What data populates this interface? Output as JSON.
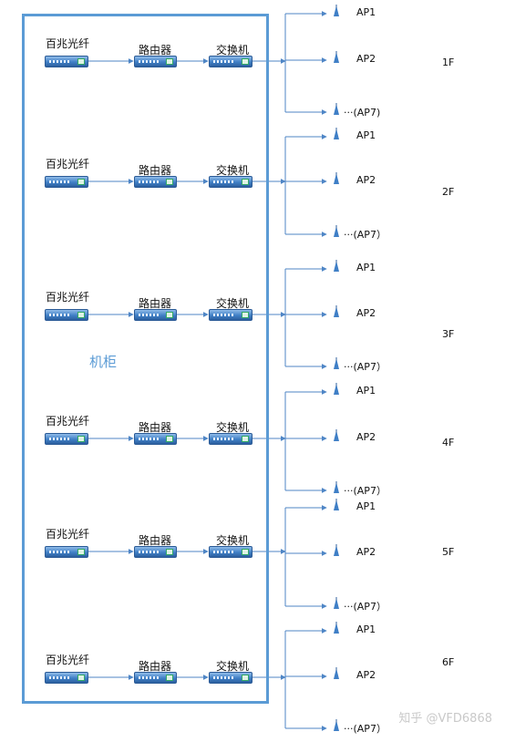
{
  "cabinet_label": "机柜",
  "watermark": "知乎 @VFD6868",
  "floors": [
    {
      "floor": "1F",
      "fiber": "百兆光纤",
      "router": "路由器",
      "switch": "交换机",
      "ap1": "AP1",
      "ap2": "AP2",
      "ap7": "···(AP7)"
    },
    {
      "floor": "2F",
      "fiber": "百兆光纤",
      "router": "路由器",
      "switch": "交换机",
      "ap1": "AP1",
      "ap2": "AP2",
      "ap7": "···(AP7）"
    },
    {
      "floor": "3F",
      "fiber": "百兆光纤",
      "router": "路由器",
      "switch": "交换机",
      "ap1": "AP1",
      "ap2": "AP2",
      "ap7": "···(AP7）"
    },
    {
      "floor": "4F",
      "fiber": "百兆光纤",
      "router": "路由器",
      "switch": "交换机",
      "ap1": "AP1",
      "ap2": "AP2",
      "ap7": "···(AP7）"
    },
    {
      "floor": "5F",
      "fiber": "百兆光纤",
      "router": "路由器",
      "switch": "交换机",
      "ap1": "AP1",
      "ap2": "AP2",
      "ap7": "···(AP7）"
    },
    {
      "floor": "6F",
      "fiber": "百兆光纤",
      "router": "路由器",
      "switch": "交换机",
      "ap1": "AP1",
      "ap2": "AP2",
      "ap7": "···(AP7）"
    }
  ],
  "colors": {
    "cabinet_border": "#5b9bd5",
    "line": "#4f86c6"
  }
}
